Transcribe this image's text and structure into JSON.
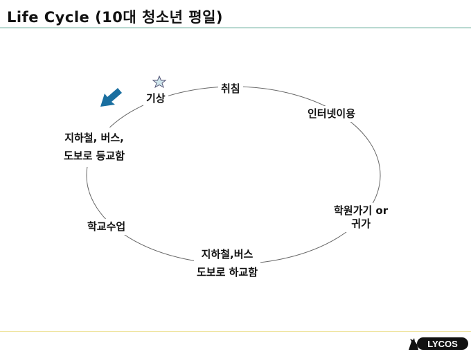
{
  "title": "Life Cycle (10대 청소년 평일)",
  "cycle": {
    "wake": "기상",
    "job": "취침",
    "internet": "인터넷이용",
    "academy_1": "학원가기 or",
    "academy_2": "귀가",
    "home_1": "지하철,버스",
    "home_2": "도보로 하교함",
    "school": "학교수업",
    "commute_1": "지하철, 버스,",
    "commute_2": "도보로 등교함"
  },
  "logo": "LYCOS",
  "colors": {
    "arrow": "#1a6fa0",
    "star": "#cfe6ec",
    "ellipse": "#555555"
  }
}
